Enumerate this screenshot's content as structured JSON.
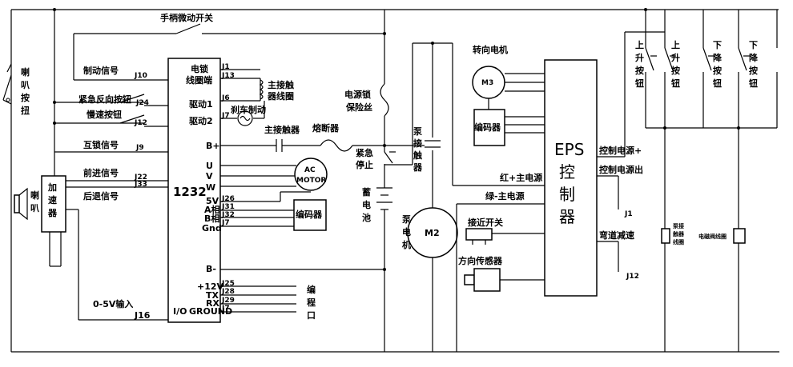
{
  "labels": {
    "handle_switch": "手柄微动开关",
    "horn_btn": [
      "喇",
      "叭",
      "按",
      "扭"
    ],
    "brake_sig": "制动信号",
    "j10": "J10",
    "emergency_rev": "紧急反向按钮",
    "j24": "J24",
    "slow_btn": "慢速按钮",
    "j12": "J12",
    "interlock": "互锁信号",
    "j9": "J9",
    "horn": [
      "喇",
      "叭"
    ],
    "accel": [
      "加",
      "速",
      "器"
    ],
    "fwd_sig": "前进信号",
    "j22": "J22",
    "j33": "J33",
    "back_sig": "后退信号",
    "in_05v": "0-5V输入",
    "j16": "J16",
    "ctrl_model": "1232",
    "lock_coil_1": "电锁",
    "lock_coil_2": "线圈端",
    "j1": "J1",
    "j13": "J13",
    "main_coil_1": "主接触",
    "main_coil_2": "器线圈",
    "j6": "J6",
    "drive1": "驱动1",
    "brake": "刹车制动",
    "j7": "J7",
    "drive2": "驱动2",
    "bplus": "B+",
    "main_contactor": "主接触器",
    "fuse": "熔断器",
    "u": "U",
    "v": "V",
    "w": "W",
    "ac_1": "AC",
    "ac_2": "MOTOR",
    "p5v": "5V",
    "pa": "A相",
    "pb": "B相",
    "pgnd": "Gnd",
    "j26": "J26",
    "j31": "J31",
    "j32": "J32",
    "j7b": "J7",
    "encoder": "编码器",
    "bminus": "B-",
    "p12v": "+12V",
    "ptx": "TX",
    "prx": "RX",
    "pground": "GROUND",
    "j25": "J25",
    "j28": "J28",
    "j29": "J29",
    "j7c": "J7",
    "io": "I/O",
    "prog": [
      "编",
      "程",
      "口"
    ],
    "lock_fuse_1": "电源锁",
    "lock_fuse_2": "保险丝",
    "estop": [
      "紧急",
      "停止"
    ],
    "battery": [
      "蓄",
      "电",
      "池"
    ],
    "pump_contactor": [
      "泵",
      "接",
      "触",
      "器"
    ],
    "pump_motor": [
      "泵",
      "电",
      "机"
    ],
    "m2": "M2",
    "steer_motor": "转向电机",
    "m3": "M3",
    "encoder2": "编码器",
    "red_main": "红+主电源",
    "green_main": "绿-主电源",
    "proximity": "接近开关",
    "dir_sensor": "方向传感器",
    "eps": [
      "EPS",
      "控",
      "制",
      "器"
    ],
    "ctrl_pwr_plus": "控制电源+",
    "ctrl_pwr_out": "控制电源出",
    "j1b": "J1",
    "curve": "弯道减速",
    "j12b": "J12",
    "pump_coil": [
      "泵接",
      "触器",
      "线圈"
    ],
    "valve_coil": "电磁阀线圈",
    "up1": [
      "上",
      "升",
      "按",
      "钮"
    ],
    "up2": [
      "上",
      "升",
      "按",
      "钮"
    ],
    "down1": [
      "下",
      "降",
      "按",
      "钮"
    ],
    "down2": [
      "下",
      "降",
      "按",
      "钮"
    ]
  }
}
